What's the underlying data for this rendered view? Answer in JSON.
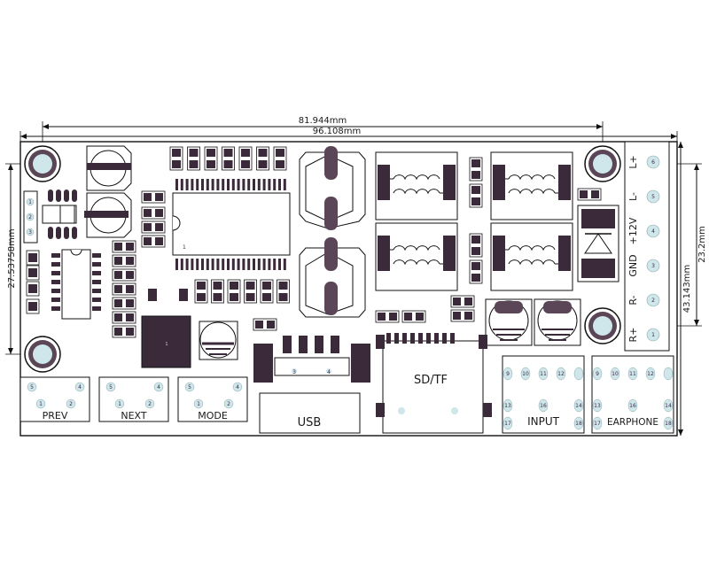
{
  "colors": {
    "outline": "#111111",
    "pad": "#5a4656",
    "pad_dark": "#3b2a3a",
    "via": "#cfe6ea",
    "board": "#ffffff",
    "copper_light": "#d9d0d8"
  },
  "dimensions": {
    "mount_hole_spacing": "81.944mm",
    "board_width": "96.108mm",
    "left_height": "27.53758mm",
    "right_height_outer": "43.143mm",
    "right_height_inner": "23.2mm"
  },
  "connectors": {
    "prev": {
      "label": "PREV",
      "pins": [
        "5",
        "4",
        "1",
        "2"
      ]
    },
    "next": {
      "label": "NEXT",
      "pins": [
        "5",
        "4",
        "1",
        "2"
      ]
    },
    "mode": {
      "label": "MODE",
      "pins": [
        "5",
        "4",
        "1",
        "2"
      ]
    },
    "usb": {
      "label": "USB",
      "pins": [
        "3",
        "4"
      ]
    },
    "sdtf": {
      "label": "SD/TF"
    },
    "input": {
      "label": "INPUT",
      "pins": [
        "9",
        "10",
        "11",
        "12",
        "13",
        "14",
        "16",
        "17",
        "18"
      ]
    },
    "earphone": {
      "label": "EARPHONE",
      "pins": [
        "9",
        "10",
        "11",
        "12",
        "13",
        "14",
        "16",
        "17",
        "18"
      ]
    }
  },
  "terminal": {
    "labels": [
      "L+",
      "L-",
      "+12V",
      "GND",
      "R-",
      "R+"
    ],
    "pins": [
      "6",
      "5",
      "4",
      "3",
      "2",
      "1"
    ]
  },
  "left_header_pins": [
    "1",
    "2",
    "3"
  ],
  "ic_pin1": "1"
}
